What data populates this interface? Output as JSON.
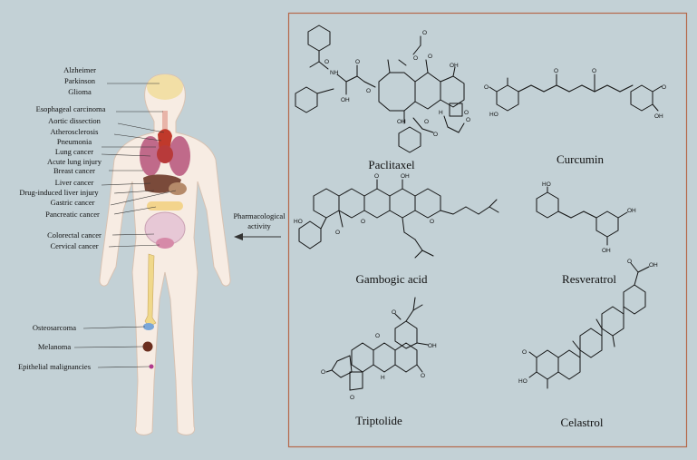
{
  "diseases": [
    "Alzheimer",
    "Parkinson",
    "Glioma",
    "Esophageal carcinoma",
    "Aortic dissection",
    "Atherosclerosis",
    "Pneumonia",
    "Lung cancer",
    "Acute lung injury",
    "Breast cancer",
    "Liver cancer",
    "Drug-induced liver injury",
    "Gastric cancer",
    "Pancreatic cancer",
    "Colorectal cancer",
    "Cervical cancer",
    "Osteosarcoma",
    "Melanoma",
    "Epithelial malignancies"
  ],
  "arrow_label": [
    "Pharmacological",
    "activity"
  ],
  "compounds": [
    "Paclitaxel",
    "Curcumin",
    "Gambogic acid",
    "Resveratrol",
    "Triptolide",
    "Celastrol"
  ],
  "atoms": {
    "nh": "NH",
    "o": "O",
    "oh": "OH",
    "h": "H",
    "ho": "HO"
  },
  "colors": {
    "background": "#c3d1d6",
    "frame": "#b5694a",
    "body": "#f7ece3",
    "brain": "#f2dfa6",
    "lung": "#c06a8a",
    "heart": "#c0392b",
    "liver": "#7a4a3a",
    "bone": "#f0d88a",
    "melanoma": "#6b2e1e"
  }
}
